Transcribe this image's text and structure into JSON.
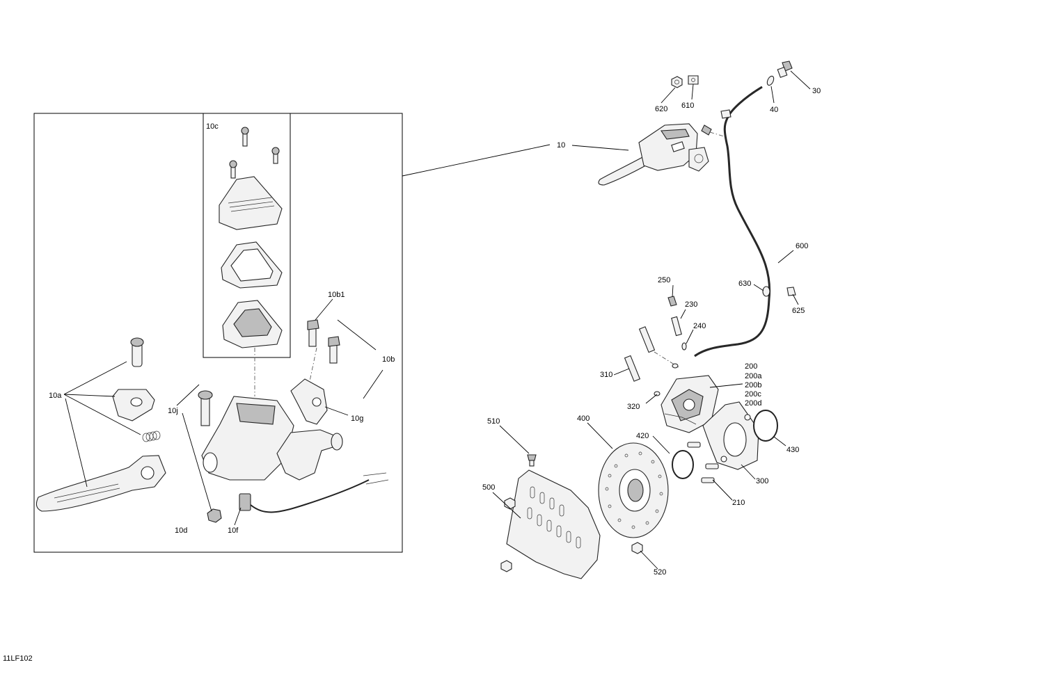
{
  "figure_id": "11LF102",
  "labels": {
    "l30": "30",
    "l40": "40",
    "l620": "620",
    "l610": "610",
    "l10": "10",
    "l600": "600",
    "l630": "630",
    "l625": "625",
    "l250": "250",
    "l230": "230",
    "l240": "240",
    "l310": "310",
    "l320": "320",
    "l200": "200",
    "l200a": "200a",
    "l200b": "200b",
    "l200c": "200c",
    "l200d": "200d",
    "l400": "400",
    "l420": "420",
    "l430": "430",
    "l510": "510",
    "l500": "500",
    "l300": "300",
    "l210": "210",
    "l520": "520",
    "l10c": "10c",
    "l10b1": "10b1",
    "l10b": "10b",
    "l10a": "10a",
    "l10j": "10j",
    "l10g": "10g",
    "l10d": "10d",
    "l10f": "10f"
  }
}
